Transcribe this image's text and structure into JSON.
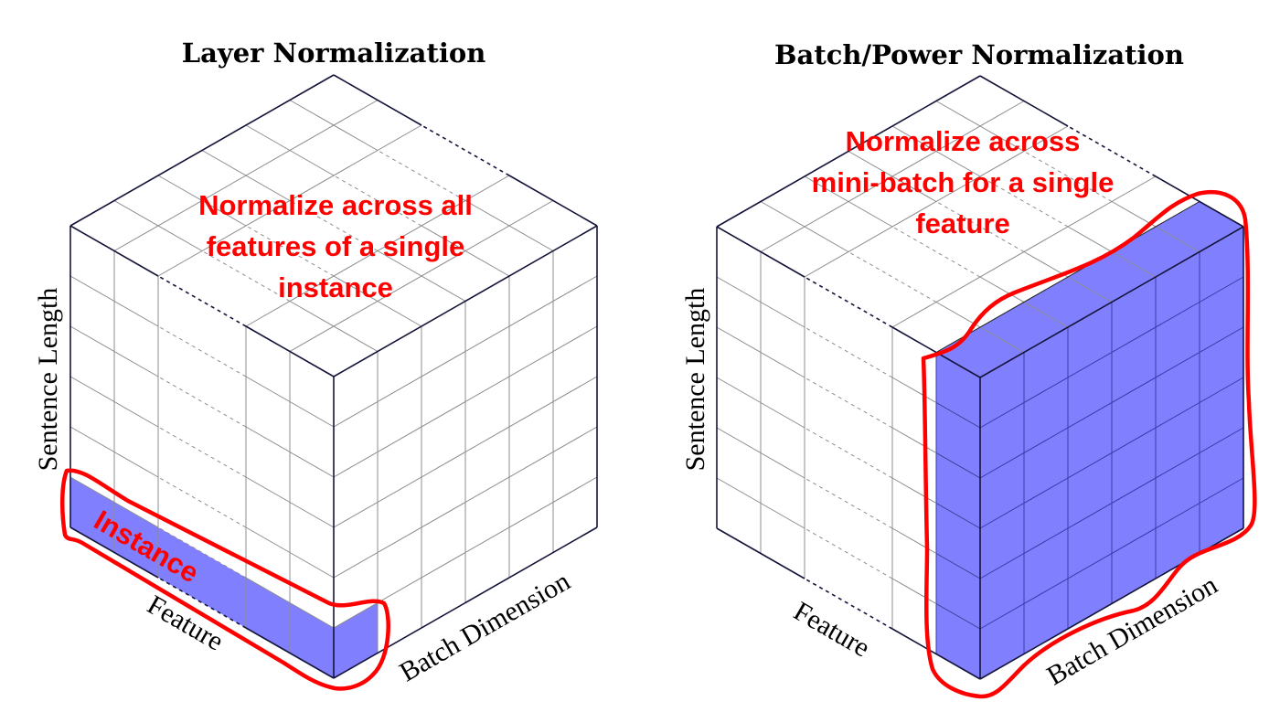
{
  "colors": {
    "annotation": "#ff0000",
    "highlight": "#8080ff",
    "edge": "#14143a",
    "grid": "#8c8c8c"
  },
  "panels": [
    {
      "title": "Layer Normalization",
      "annotation": [
        "Normalize across all",
        "features of a single",
        "instance"
      ],
      "highlight_label": "Instance",
      "axes": {
        "vertical": "Sentence Length",
        "left": "Feature",
        "right": "Batch Dimension"
      },
      "highlight": "instance"
    },
    {
      "title": "Batch/Power Normalization",
      "annotation": [
        "Normalize across",
        "mini-batch for a single",
        "feature"
      ],
      "axes": {
        "vertical": "Sentence Length",
        "left": "Feature",
        "right": "Batch Dimension"
      },
      "highlight": "feature"
    }
  ]
}
